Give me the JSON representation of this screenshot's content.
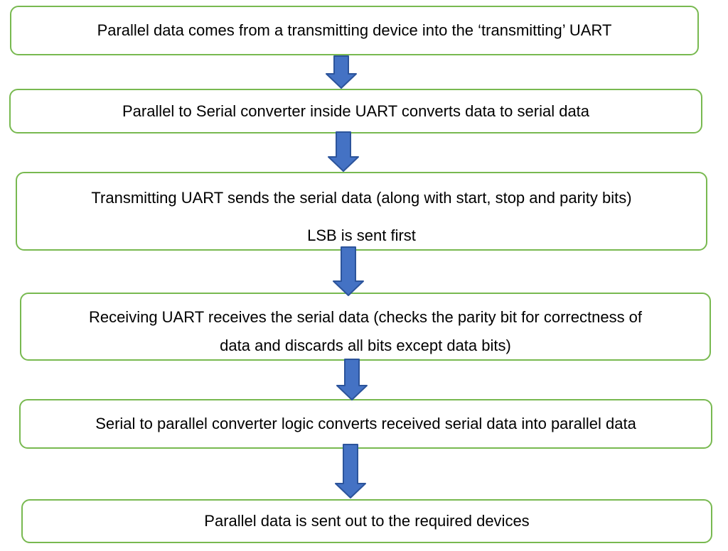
{
  "title": "UART data flow steps",
  "colors": {
    "background": "#ffffff",
    "box_fill": "#ffffff",
    "box_border": "#78b950",
    "arrow_fill": "#4472c4",
    "arrow_stroke": "#2c549b",
    "text": "#000000"
  },
  "steps": [
    {
      "lines": [
        "Parallel data comes from a transmitting device into the ‘transmitting’ UART"
      ]
    },
    {
      "lines": [
        "Parallel to Serial converter inside UART converts data to serial data"
      ]
    },
    {
      "lines": [
        "Transmitting UART sends the serial data (along with start, stop and parity bits)",
        "LSB is sent first"
      ]
    },
    {
      "lines": [
        "Receiving UART receives the serial data (checks the parity bit for correctness of",
        "data and discards all bits except data bits)"
      ]
    },
    {
      "lines": [
        "Serial to parallel converter logic converts received serial data into parallel data"
      ]
    },
    {
      "lines": [
        "Parallel data is sent out to the required devices"
      ]
    }
  ],
  "icons": {
    "connector": "down-block-arrow"
  }
}
